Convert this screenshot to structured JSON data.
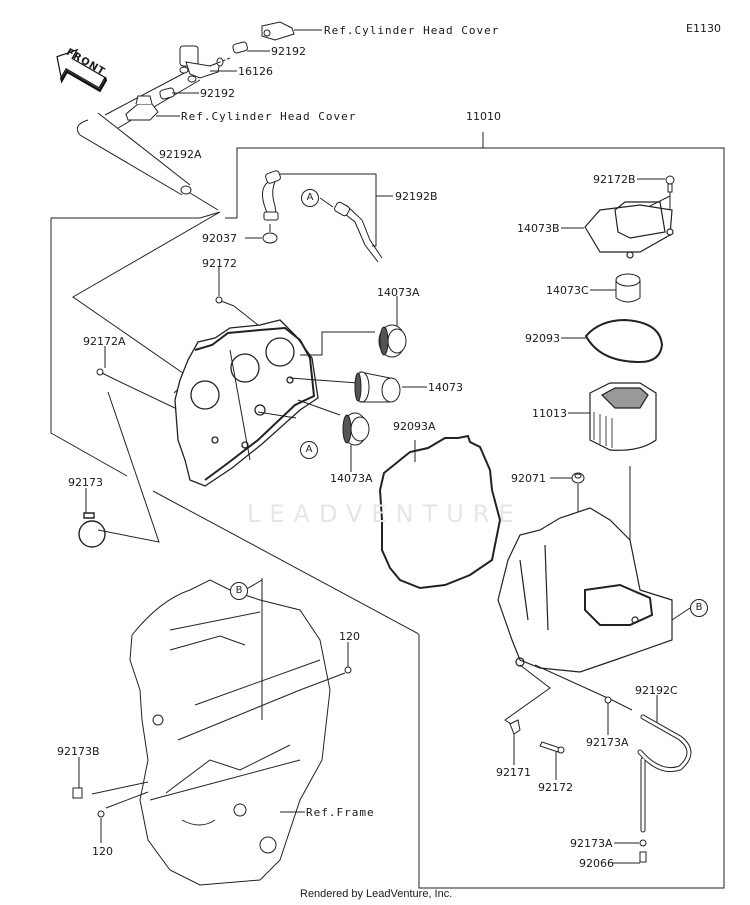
{
  "diagram": {
    "code": "E1130",
    "watermark": "LEADVENTURE",
    "footer": "Rendered by LeadVenture, Inc.",
    "front_arrow_label": "FRONT",
    "assembly_label": "11010",
    "references": {
      "cyl_head_cover_top": "Ref.Cylinder Head Cover",
      "cyl_head_cover_bottom": "Ref.Cylinder Head Cover",
      "frame": "Ref.Frame"
    },
    "callouts": {
      "a1": "A",
      "a2": "A",
      "b1": "B",
      "b2": "B"
    },
    "parts": [
      {
        "id": "p-92192-top",
        "number": "92192"
      },
      {
        "id": "p-16126",
        "number": "16126"
      },
      {
        "id": "p-92192-mid",
        "number": "92192"
      },
      {
        "id": "p-92192A",
        "number": "92192A"
      },
      {
        "id": "p-92192B",
        "number": "92192B"
      },
      {
        "id": "p-92037",
        "number": "92037"
      },
      {
        "id": "p-92172",
        "number": "92172"
      },
      {
        "id": "p-92172A",
        "number": "92172A"
      },
      {
        "id": "p-14073A-top",
        "number": "14073A"
      },
      {
        "id": "p-14073",
        "number": "14073"
      },
      {
        "id": "p-14073A-bot",
        "number": "14073A"
      },
      {
        "id": "p-92093A",
        "number": "92093A"
      },
      {
        "id": "p-92173",
        "number": "92173"
      },
      {
        "id": "p-92172B",
        "number": "92172B"
      },
      {
        "id": "p-14073B",
        "number": "14073B"
      },
      {
        "id": "p-14073C",
        "number": "14073C"
      },
      {
        "id": "p-92093",
        "number": "92093"
      },
      {
        "id": "p-11013",
        "number": "11013"
      },
      {
        "id": "p-92071",
        "number": "92071"
      },
      {
        "id": "p-120-top",
        "number": "120"
      },
      {
        "id": "p-92173B",
        "number": "92173B"
      },
      {
        "id": "p-120-bot",
        "number": "120"
      },
      {
        "id": "p-92192C",
        "number": "92192C"
      },
      {
        "id": "p-92173A-mid",
        "number": "92173A"
      },
      {
        "id": "p-92171",
        "number": "92171"
      },
      {
        "id": "p-92172-bot",
        "number": "92172"
      },
      {
        "id": "p-92173A-bot",
        "number": "92173A"
      },
      {
        "id": "p-92066",
        "number": "92066"
      }
    ]
  }
}
